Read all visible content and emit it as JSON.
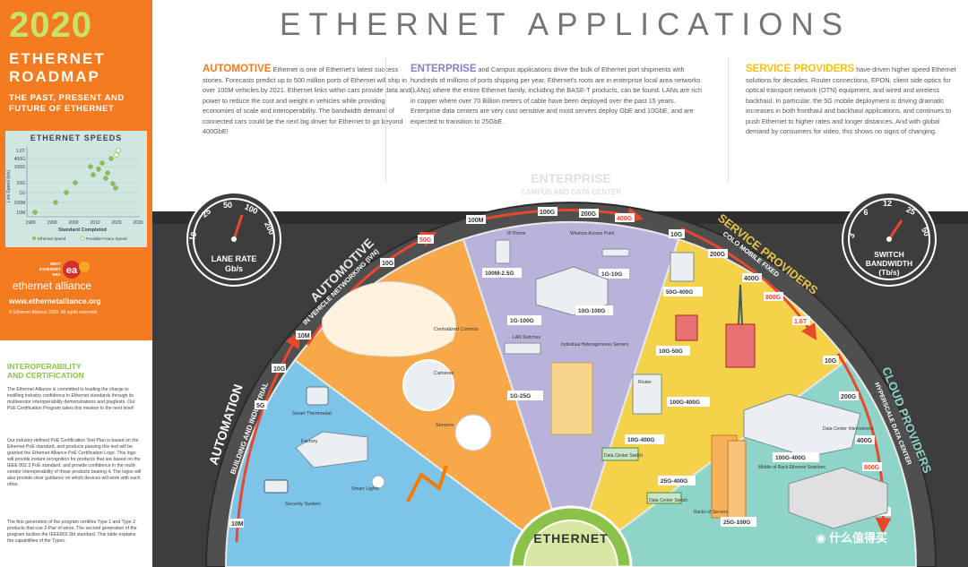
{
  "brand": {
    "year": "2020",
    "line1": "ETHERNET",
    "line2": "ROADMAP",
    "subtitle1": "THE PAST, PRESENT AND",
    "subtitle2": "FUTURE OF ETHERNET"
  },
  "speeds_chart": {
    "title": "ETHERNET SPEEDS",
    "y_axis_label": "Link Speed (b/s)",
    "x_axis_label": "Standard Completed",
    "y_ticks": [
      "1.6T",
      "400G",
      "100G",
      "10G",
      "1G",
      "100M",
      "10M"
    ],
    "x_ticks": [
      "1980",
      "1990",
      "2000",
      "2010",
      "2020",
      "2030"
    ],
    "legend_ethernet": "Ethernet Speed",
    "legend_future": "Possible Future Speed"
  },
  "ethernet_alliance": {
    "logo_text1": "NEXT",
    "logo_text2": "ETHERNET",
    "logo_text3": "ERA",
    "name": "ethernet alliance",
    "url": "www.ethernetalliance.org",
    "copyright": "© Ethernet Alliance 2020. All rights reserved."
  },
  "interop": {
    "title1": "INTEROPERABILITY",
    "title2": "AND CERTIFICATION",
    "p1": "The Ethernet Alliance is committed to leading the charge to instilling industry confidence in Ethernet standards through its multivendor interoperability demonstrations and plugfests. Our PoE Certification Program takes this mission to the next level!",
    "p2": "Our industry-defined PoE Certification Test Plan is based on the Ethernet PoE standard, and products passing this test will be granted the Ethernet Alliance PoE Certification Logo. This logo will provide instant recognition for products that are based on the IEEE 802.3 PoE standard, and provide confidence in the multi-vendor interoperability of those products bearing it. The logos will also provide clear guidance on which devices will work with each other.",
    "p3": "The first generation of the program certifies Type 1 and Type 2 products that use 2-Pair of wires. The second generation of the program tackles the IEEE802.3bt standard. This table explains the capabilities of the Types."
  },
  "header": {
    "title": "ETHERNET APPLICATIONS"
  },
  "columns": {
    "automotive": {
      "heading": "AUTOMOTIVE",
      "text": "Ethernet is one of Ethernet's latest success stories. Forecasts predict up to 500 million ports of Ethernet will ship in over 100M vehicles by 2021. Ethernet links within cars provide data and power to reduce the cost and weight in vehicles while providing economies of scale and interoperability. The bandwidth demand of connected cars could be the next big driver for Ethernet to go beyond 400GbE!"
    },
    "enterprise": {
      "heading": "ENTERPRISE",
      "text": "and Campus applications drive the bulk of Ethernet port shipments with hundreds of millions of ports shipping per year. Ethernet's roots are in enterprise local area networks (LANs) where the entire Ethernet family, including the BASE-T products, can be found. LANs are rich in copper where over 70 Billion meters of cable have been deployed over the past 15 years. Enterprise data centers are very cost sensitive and most servers deploy GbE and 10GbE, and are expected to transition to 25GbE."
    },
    "service": {
      "heading": "SERVICE PROVIDERS",
      "text": "have driven higher speed Ethernet solutions for decades. Router connections, EPON, client side optics for optical transport network (OTN) equipment, and wired and wireless backhaul. In particular, the 5G mobile deployment is driving dramatic increases in both fronthaul and backhaul applications, and continues to push Ethernet to higher rates and longer distances. And with global demand by consumers for video, this shows no signs of changing."
    }
  },
  "gauges": {
    "lane": {
      "ticks": [
        "10",
        "25",
        "50",
        "100",
        "200"
      ],
      "label1": "LANE RATE",
      "label2": "Gb/s"
    },
    "switch": {
      "ticks": [
        "3",
        "6",
        "12",
        "25",
        "50"
      ],
      "label1": "SWITCH",
      "label2": "BANDWIDTH",
      "label3": "(Tb/s)"
    }
  },
  "sectors": {
    "automation": {
      "title": "AUTOMATION",
      "subtitle": "BUILDING AND INDUSTRIAL",
      "speeds": [
        "10M",
        "5G",
        "10G",
        "10M"
      ],
      "items": [
        "Smart Thermostat",
        "Factory",
        "Security System",
        "Smart Lights"
      ]
    },
    "automotive": {
      "title": "AUTOMOTIVE",
      "subtitle": "IN VEHICLE NETWORKING (IVN)",
      "speeds": [
        "50G",
        "10G",
        "10M"
      ],
      "items": [
        "Centralized Controls",
        "Cameras",
        "Sensors"
      ]
    },
    "enterprise": {
      "title": "ENTERPRISE",
      "subtitle": "CAMPUS AND DATA CENTER",
      "speeds": [
        "100M",
        "100G",
        "200G",
        "400G"
      ],
      "items": [
        "IP Phone",
        "Wireless Access Point",
        "LAN Switches",
        "Individual Heterogeneous Servers",
        "Data Center Switch"
      ],
      "tags": [
        "100M-2.5G",
        "1G-10G",
        "1G-100G",
        "10G-100G",
        "1G-25G",
        "10G-400G"
      ]
    },
    "service": {
      "title": "SERVICE PROVIDERS",
      "subtitle": "COLO MOBILE FIXED",
      "speeds": [
        "10G",
        "200G",
        "400G",
        "800G",
        "1.6T"
      ],
      "items": [
        "Router"
      ],
      "tags": [
        "50G-400G",
        "10G-50G",
        "100G-400G"
      ]
    },
    "cloud": {
      "title": "CLOUD PROVIDERS",
      "subtitle": "HYPERSCALE DATA CENTER",
      "speeds": [
        "10G",
        "200G",
        "400G",
        "800G",
        "1.6T"
      ],
      "items": [
        "Data Center Interconnect",
        "Middle of Rack Ethernet Switches",
        "Data Center Switch",
        "Racks of Servers"
      ],
      "tags": [
        "100G-400G",
        "25G-400G",
        "25G-100G"
      ]
    }
  },
  "center": {
    "label": "ETHERNET"
  },
  "watermark": {
    "text": "什么值得买"
  },
  "colors": {
    "orange": "#f47b20",
    "lime": "#c8e36a",
    "automation_blue": "#7cc4e8",
    "automotive_orange": "#f7a94a",
    "enterprise_purple": "#b9b3dc",
    "service_yellow": "#f4d24a",
    "cloud_teal": "#8fd4c8",
    "dark_ring": "#4a4a4a",
    "arrow_red": "#e8492c",
    "center_green": "#8bc34a"
  }
}
